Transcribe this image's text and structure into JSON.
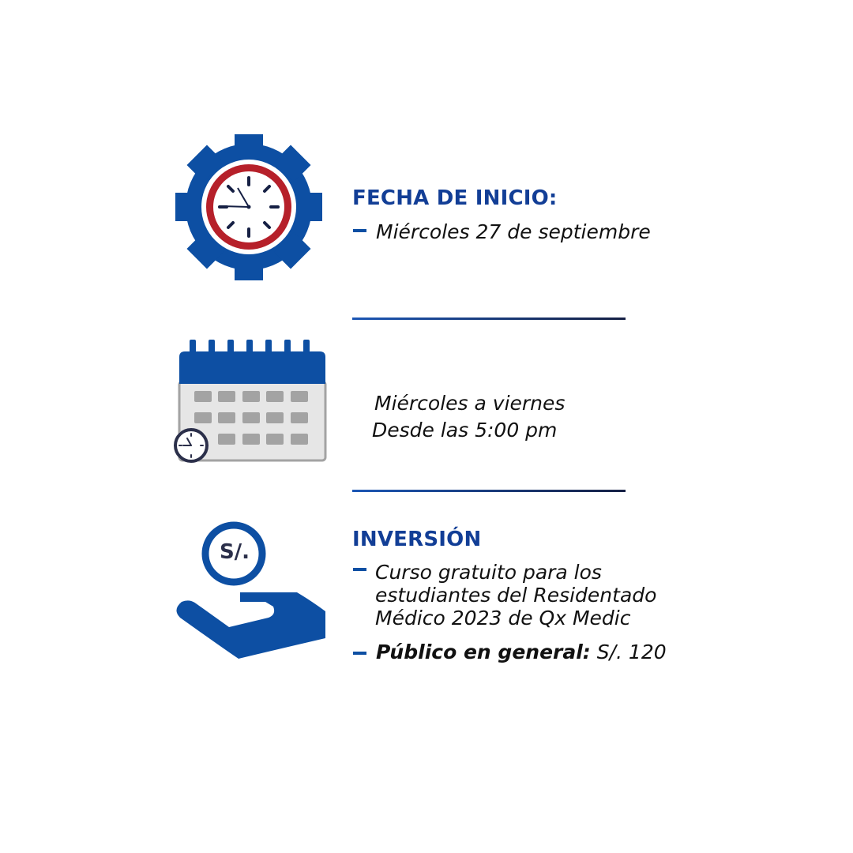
{
  "colors": {
    "brand_blue": "#0d4fa3",
    "heading_blue": "#123e96",
    "clock_red": "#b6202a",
    "navy": "#162044",
    "grey": "#a3a3a3"
  },
  "icons": {
    "start_date": "gear-clock-icon",
    "schedule": "calendar-clock-icon",
    "investment": "hand-coin-icon"
  },
  "start": {
    "heading": "FECHA DE INICIO:",
    "date": "Miércoles 27 de septiembre"
  },
  "schedule": {
    "days": "Miércoles a viernes",
    "time": "Desde las 5:00 pm"
  },
  "investment": {
    "heading": "INVERSIÓN",
    "coin_label": "S/.",
    "free_line1": "Curso gratuito para los",
    "free_line2": "estudiantes del Residentado",
    "free_line3": "Médico 2023 de Qx Medic",
    "public_label": "Público en general:",
    "public_price": "S/. 120"
  }
}
